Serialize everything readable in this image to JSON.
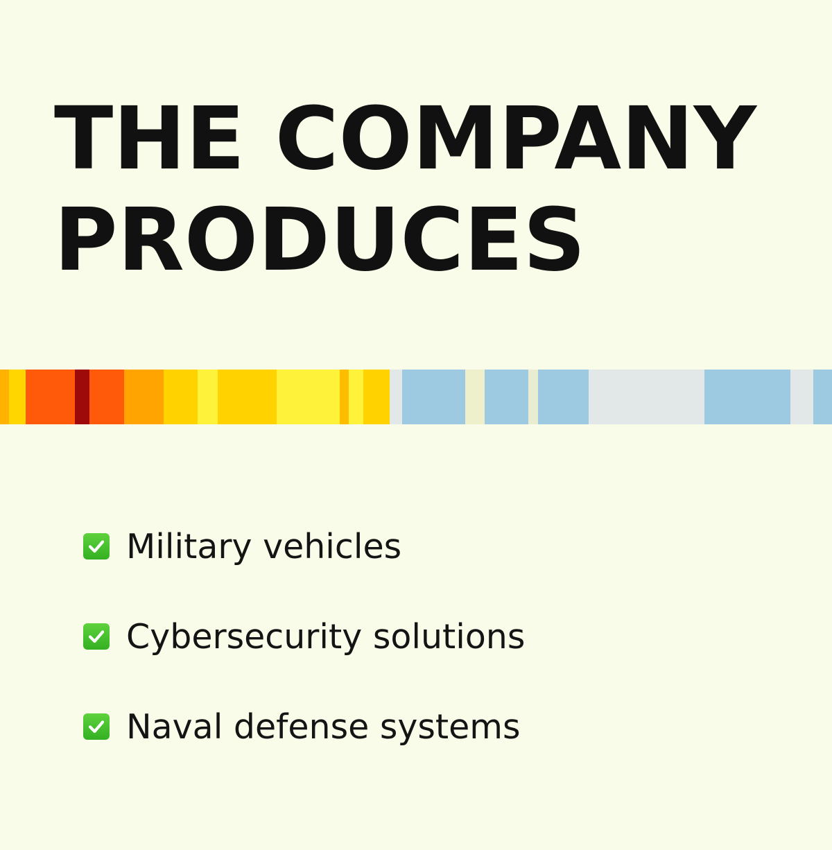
{
  "title": {
    "line1": "THE COMPANY",
    "line2": "PRODUCES"
  },
  "stripe": {
    "colors": [
      "#ffb300",
      "#ffd600",
      "#ff5a0a",
      "#9e0a0a",
      "#ff5a0a",
      "#ffa400",
      "#ffd200",
      "#fff23a",
      "#ffd200",
      "#fff23a",
      "#ffbd00",
      "#fff23a",
      "#ffd200",
      "#e2e7e8",
      "#9ecae1",
      "#eef0cc",
      "#9ecae1",
      "#e9ecd0",
      "#9ecae1",
      "#e2e7e8",
      "#9ecae1",
      "#e2e7e8",
      "#9ecae1"
    ]
  },
  "checklist": {
    "icon": "check-mark-button-icon",
    "items": [
      {
        "label": "Military vehicles"
      },
      {
        "label": "Cybersecurity solutions"
      },
      {
        "label": "Naval defense systems"
      }
    ]
  }
}
